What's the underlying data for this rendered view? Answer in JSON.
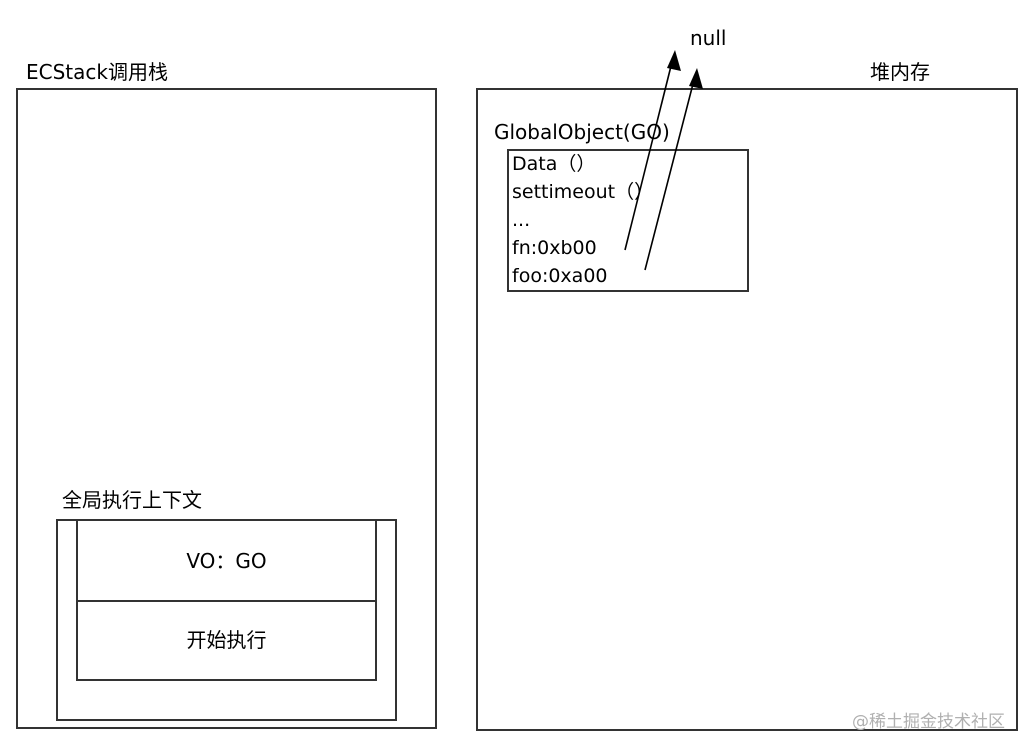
{
  "stack": {
    "title": "ECStack调用栈",
    "context": {
      "title": "全局执行上下文",
      "vo": "VO：GO",
      "status": "开始执行"
    }
  },
  "heap": {
    "title": "堆内存",
    "global_object": {
      "title": "GlobalObject(GO)",
      "items": [
        "Data（）",
        "settimeout（）",
        "...",
        "fn:0xb00",
        "foo:0xa00"
      ]
    }
  },
  "null_label": "null",
  "watermark": "@稀土掘金技术社区"
}
